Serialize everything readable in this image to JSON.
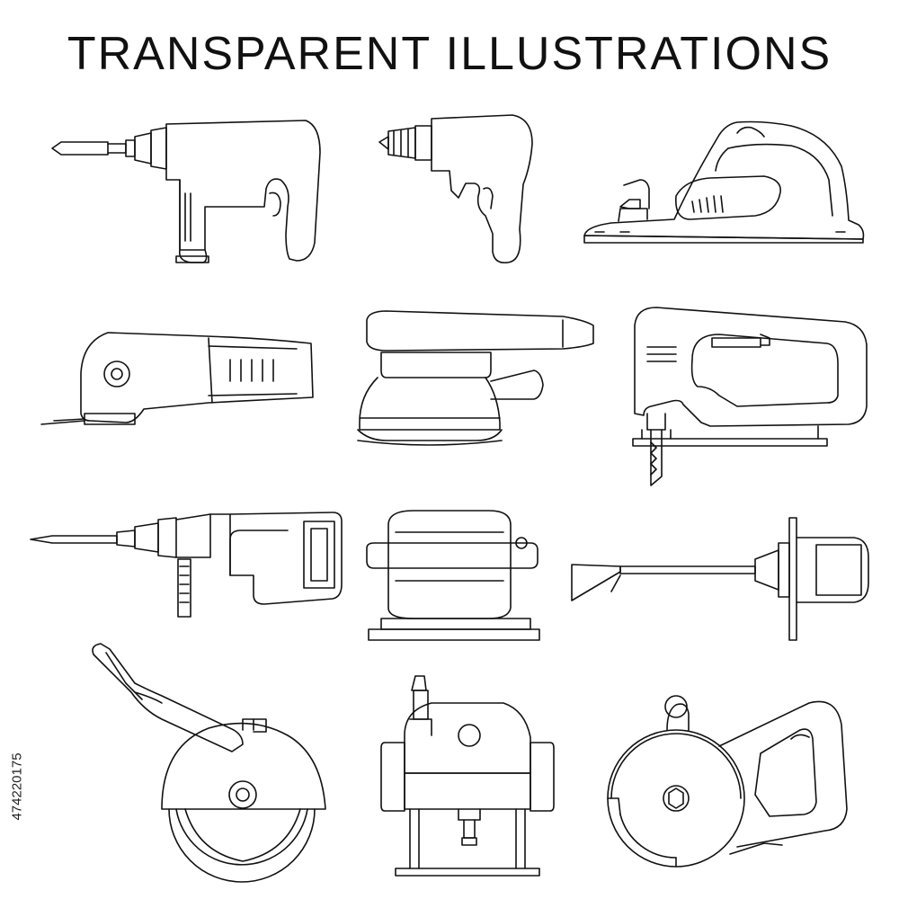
{
  "title": "TRANSPARENT ILLUSTRATIONS",
  "stock_id": "474220175",
  "line_color": "#111111",
  "background": "#ffffff",
  "tools": [
    {
      "name": "impact-drill",
      "icon": "impact-drill-icon"
    },
    {
      "name": "cordless-drill",
      "icon": "drill-icon"
    },
    {
      "name": "electric-planer",
      "icon": "planer-icon"
    },
    {
      "name": "multi-tool",
      "icon": "oscillating-multitool-icon"
    },
    {
      "name": "orbital-sander",
      "icon": "orbital-sander-icon"
    },
    {
      "name": "jigsaw",
      "icon": "jigsaw-icon"
    },
    {
      "name": "rotary-hammer",
      "icon": "rotary-hammer-icon"
    },
    {
      "name": "sheet-sander",
      "icon": "sheet-sander-icon"
    },
    {
      "name": "paint-mixer",
      "icon": "mixer-icon"
    },
    {
      "name": "wall-chaser",
      "icon": "wall-chaser-icon"
    },
    {
      "name": "router",
      "icon": "router-icon"
    },
    {
      "name": "angle-grinder",
      "icon": "angle-grinder-icon"
    }
  ]
}
